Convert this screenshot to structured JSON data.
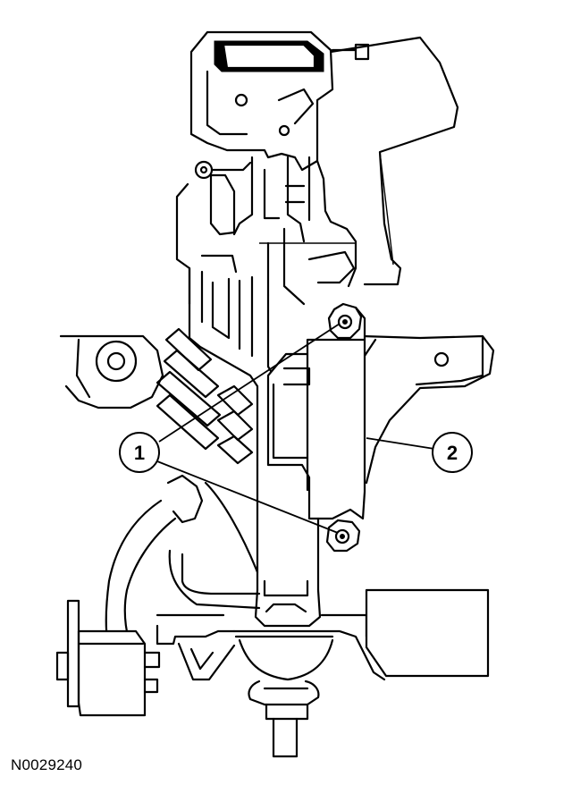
{
  "figure": {
    "id": "N0029240",
    "callouts": [
      {
        "number": "1",
        "target": "mounting-nuts"
      },
      {
        "number": "2",
        "target": "module"
      }
    ]
  }
}
